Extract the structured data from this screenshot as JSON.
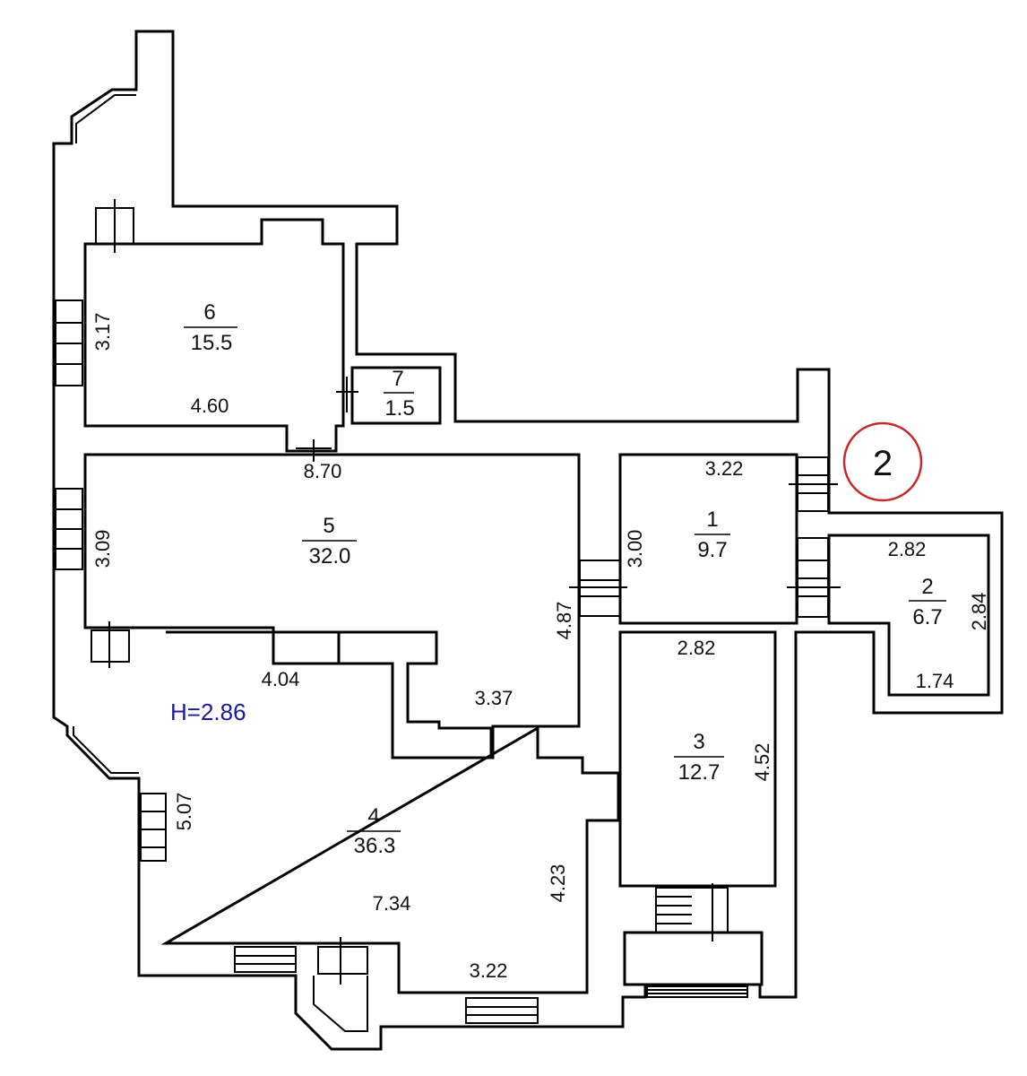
{
  "plan": {
    "marker": "2",
    "height_note": "H=2.86",
    "colors": {
      "lines": "#000000",
      "height_note": "#1a1a9e",
      "marker": "#c62828",
      "background": "#ffffff"
    },
    "rooms": [
      {
        "number": "1",
        "area": "9.7"
      },
      {
        "number": "2",
        "area": "6.7"
      },
      {
        "number": "3",
        "area": "12.7"
      },
      {
        "number": "4",
        "area": "36.3"
      },
      {
        "number": "5",
        "area": "32.0"
      },
      {
        "number": "6",
        "area": "15.5"
      },
      {
        "number": "7",
        "area": "1.5"
      }
    ],
    "dimensions": {
      "r6_height": "3.17",
      "r6_width": "4.60",
      "r5_width": "8.70",
      "r5_height": "3.09",
      "r5_right": "4.87",
      "r1_width": "3.22",
      "r1_height": "3.00",
      "r2_width": "2.82",
      "r2_height": "2.84",
      "r2_bottom": "1.74",
      "r3_width": "2.82",
      "r3_height": "4.52",
      "r4_top": "4.04",
      "r4_notch": "3.37",
      "r4_left": "5.07",
      "r4_width": "7.34",
      "r4_right": "4.23",
      "r4_bottom": "3.22"
    }
  }
}
